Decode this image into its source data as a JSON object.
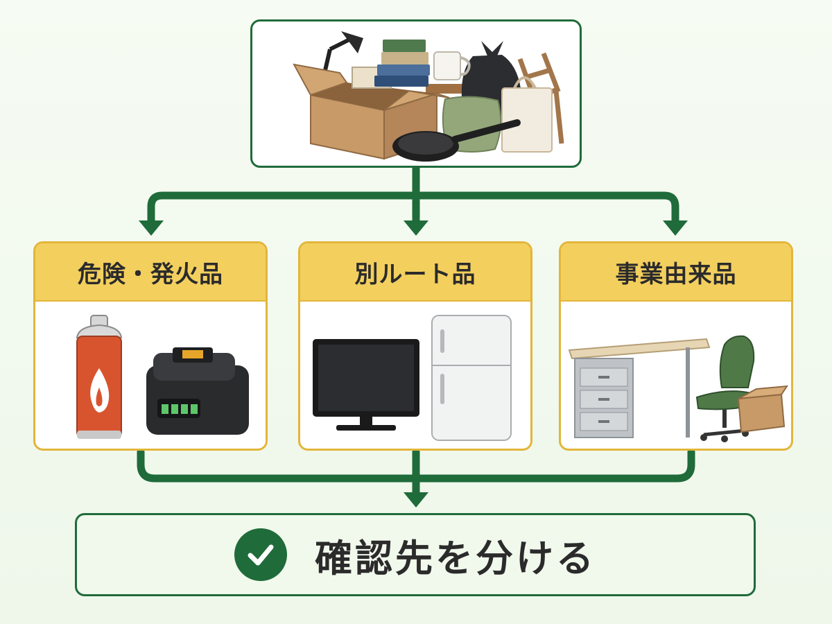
{
  "top": {
    "image_icons": [
      "cardboard-box-icon",
      "desk-lamp-icon",
      "books-icon",
      "mug-icon",
      "garbage-bag-icon",
      "chair-icon",
      "cushion-icon",
      "tote-bag-icon",
      "frying-pan-icon"
    ]
  },
  "categories": [
    {
      "label": "危険・発火品",
      "icons": [
        "spray-can-icon",
        "battery-pack-icon"
      ]
    },
    {
      "label": "別ルート品",
      "icons": [
        "tv-monitor-icon",
        "refrigerator-icon"
      ]
    },
    {
      "label": "事業由来品",
      "icons": [
        "office-desk-icon",
        "office-chair-icon",
        "box-icon"
      ]
    }
  ],
  "result": {
    "label": "確認先を分ける",
    "icon": "check-icon"
  },
  "colors": {
    "green": "#1f6b3a",
    "gold": "#e3b53a",
    "header": "#f3cf5e"
  }
}
